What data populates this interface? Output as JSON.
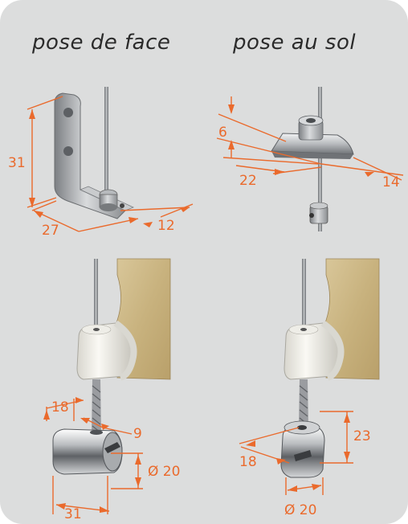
{
  "headings": {
    "face": "pose de face",
    "sol": "pose au sol"
  },
  "dimensions": {
    "bracket_height": "31",
    "bracket_depth": "27",
    "bracket_width": "12",
    "floor_height": "6",
    "floor_length": "22",
    "floor_width": "14",
    "clamp_offset": "18",
    "clamp_cable": "9",
    "clamp_diameter": "Ø 20",
    "clamp_length": "31",
    "right_clamp_height": "23",
    "right_clamp_offset": "18",
    "right_clamp_diameter": "Ø 20"
  },
  "colors": {
    "panel": "#dcdddd",
    "dimension": "#ea6a2c",
    "heading": "#2b2b2b"
  }
}
